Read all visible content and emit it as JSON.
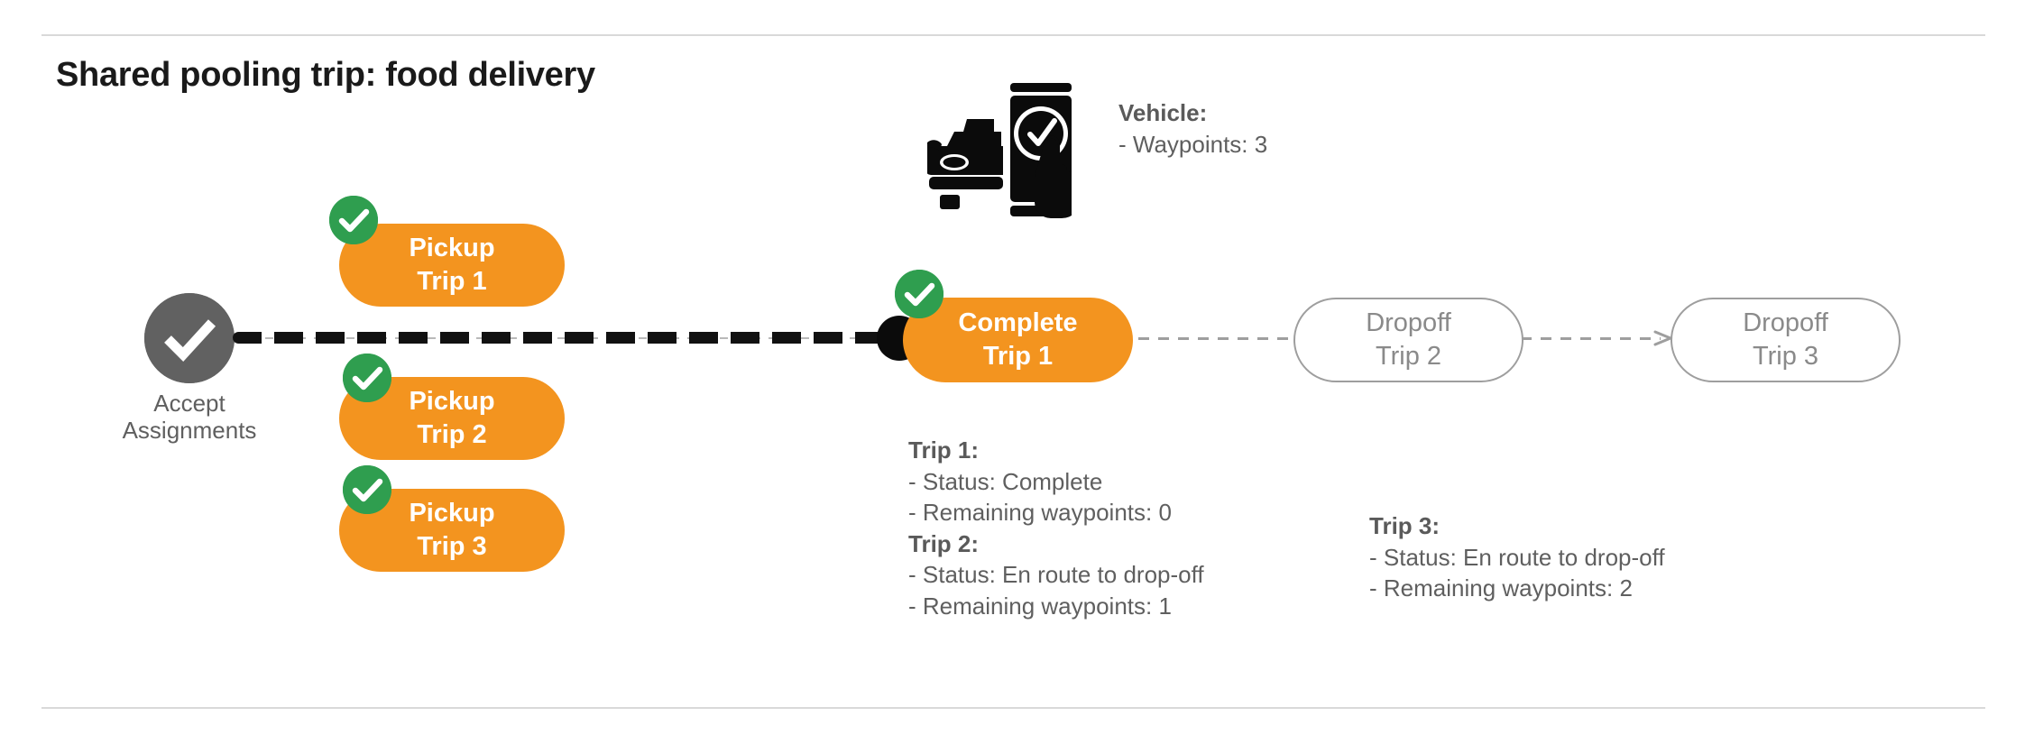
{
  "slide": {
    "title": "Shared pooling trip: food delivery",
    "background": "#ffffff",
    "colors": {
      "orange": "#F3941F",
      "green": "#2F9E4F",
      "gray_node": "#616161",
      "gray_text": "#5f5f5f",
      "gray_outline": "#9e9e9e",
      "divider": "#d9d9d9",
      "black_dash": "#111111"
    }
  },
  "start_node": {
    "icon": "check-circle-icon",
    "label_line1": "Accept",
    "label_line2": "Assignments"
  },
  "vehicle": {
    "icon": "car-phone-check-icon",
    "header": "Vehicle:",
    "rows": [
      "- Waypoints: 3"
    ]
  },
  "pickups": [
    {
      "action": "Pickup",
      "trip": "Trip 1",
      "status_icon": "check-badge-icon",
      "completed": true
    },
    {
      "action": "Pickup",
      "trip": "Trip 2",
      "status_icon": "check-badge-icon",
      "completed": true
    },
    {
      "action": "Pickup",
      "trip": "Trip 3",
      "status_icon": "check-badge-icon",
      "completed": true
    }
  ],
  "timeline": [
    {
      "action": "Complete",
      "trip": "Trip 1",
      "state": "done",
      "status_icon": "check-badge-icon"
    },
    {
      "action": "Dropoff",
      "trip": "Trip 2",
      "state": "pending",
      "status_icon": ""
    },
    {
      "action": "Dropoff",
      "trip": "Trip 3",
      "state": "pending",
      "status_icon": ""
    }
  ],
  "trip_details": {
    "group_left": [
      {
        "header": "Trip 1:",
        "rows": [
          "- Status:  Complete",
          "- Remaining waypoints: 0"
        ]
      },
      {
        "header": "Trip 2:",
        "rows": [
          "- Status:  En route to drop-off",
          "- Remaining waypoints: 1"
        ]
      }
    ],
    "group_right": [
      {
        "header": "Trip 3:",
        "rows": [
          "- Status:  En route to drop-off",
          "- Remaining waypoints: 2"
        ]
      }
    ]
  }
}
